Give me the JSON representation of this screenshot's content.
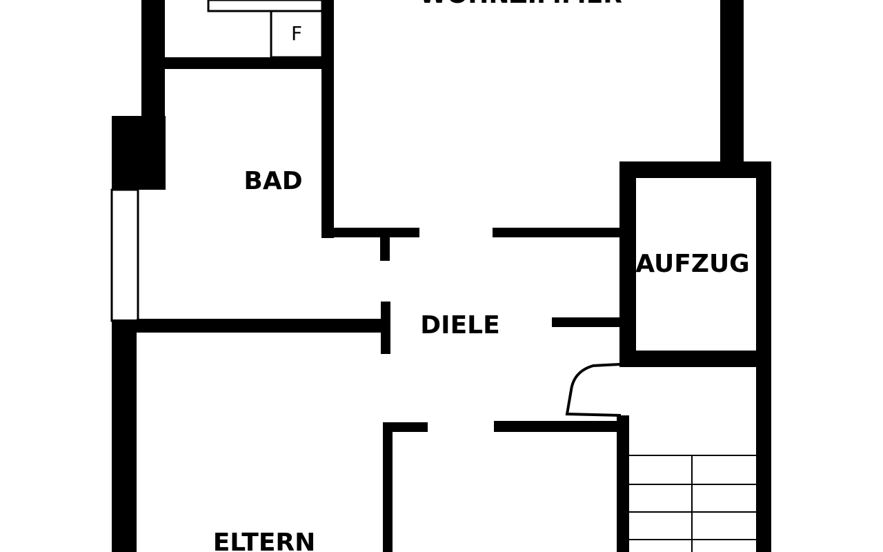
{
  "rooms": {
    "wohnzimmer": "WOHNZIMMER",
    "bad": "BAD",
    "diele": "DIELE",
    "aufzug": "AUFZUG",
    "eltern": "ELTERN"
  },
  "fixtures": {
    "fridge": "F"
  },
  "colors": {
    "wall": "#000000",
    "background": "#ffffff"
  }
}
